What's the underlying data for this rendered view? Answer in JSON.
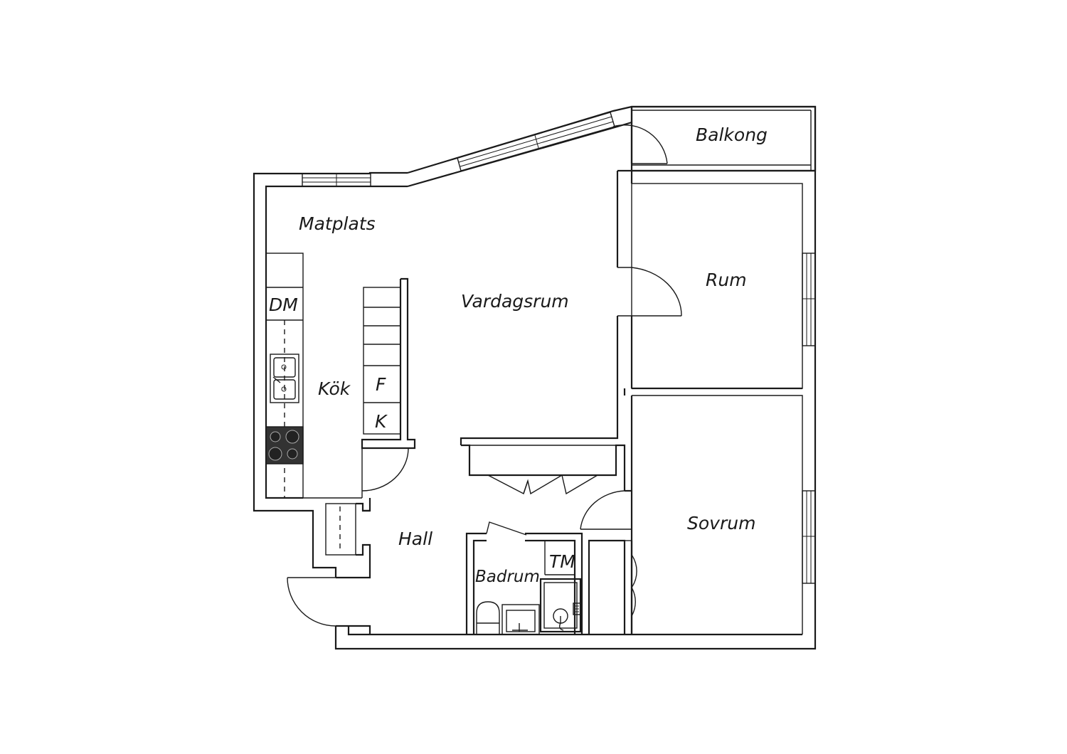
{
  "rooms": {
    "balkong": "Balkong",
    "matplats": "Matplats",
    "vardagsrum": "Vardagsrum",
    "rum": "Rum",
    "kok": "Kök",
    "sovrum": "Sovrum",
    "hall": "Hall",
    "badrum": "Badrum"
  },
  "fixtures": {
    "dishwasher": "DM",
    "fridge": "F",
    "freezer": "K",
    "washing_machine": "TM"
  },
  "icons": [
    "kitchen-sink-icon",
    "stove-icon",
    "toilet-icon",
    "washbasin-icon",
    "shower-icon",
    "door-swing-icon",
    "window-icon"
  ]
}
